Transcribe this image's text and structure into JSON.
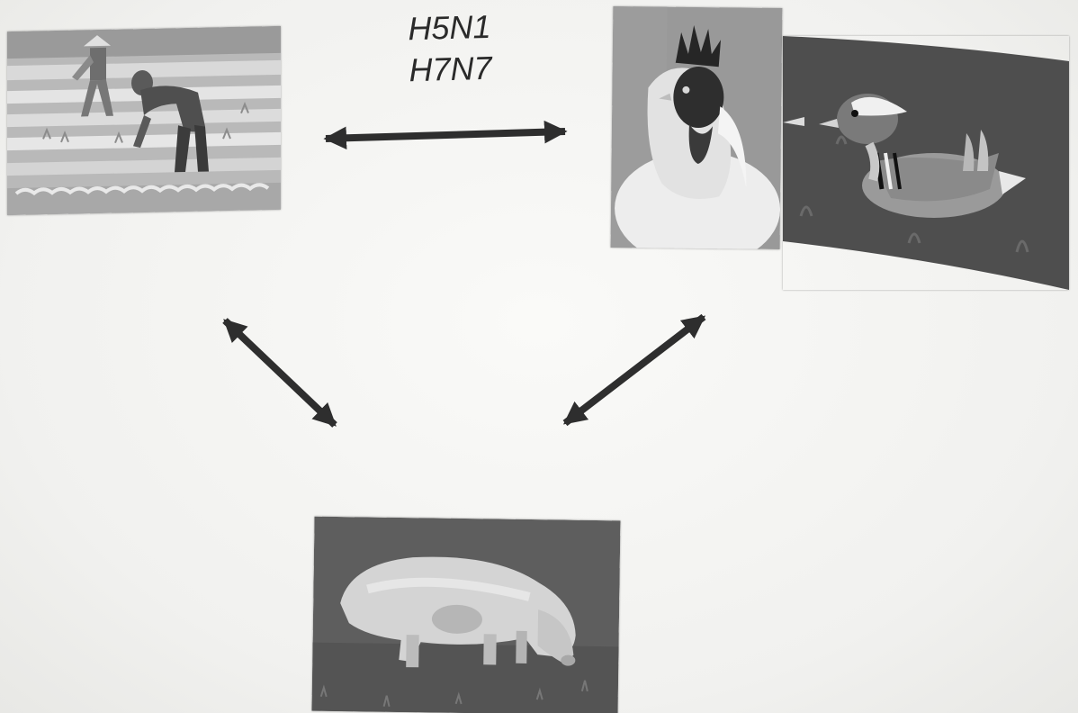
{
  "strains": [
    "H5N1",
    "H7N7"
  ],
  "photos": {
    "farmers": {
      "icon": "rice-farmers-photo"
    },
    "chicken": {
      "icon": "rooster-photo"
    },
    "duck": {
      "icon": "mandarin-duck-photo"
    },
    "pig": {
      "icon": "pig-photo"
    }
  },
  "arrows": [
    "farmers-to-birds",
    "farmers-to-pig",
    "birds-to-pig"
  ],
  "colors": {
    "arrow": "#2e2e2e",
    "background": "#f4f4f2"
  }
}
